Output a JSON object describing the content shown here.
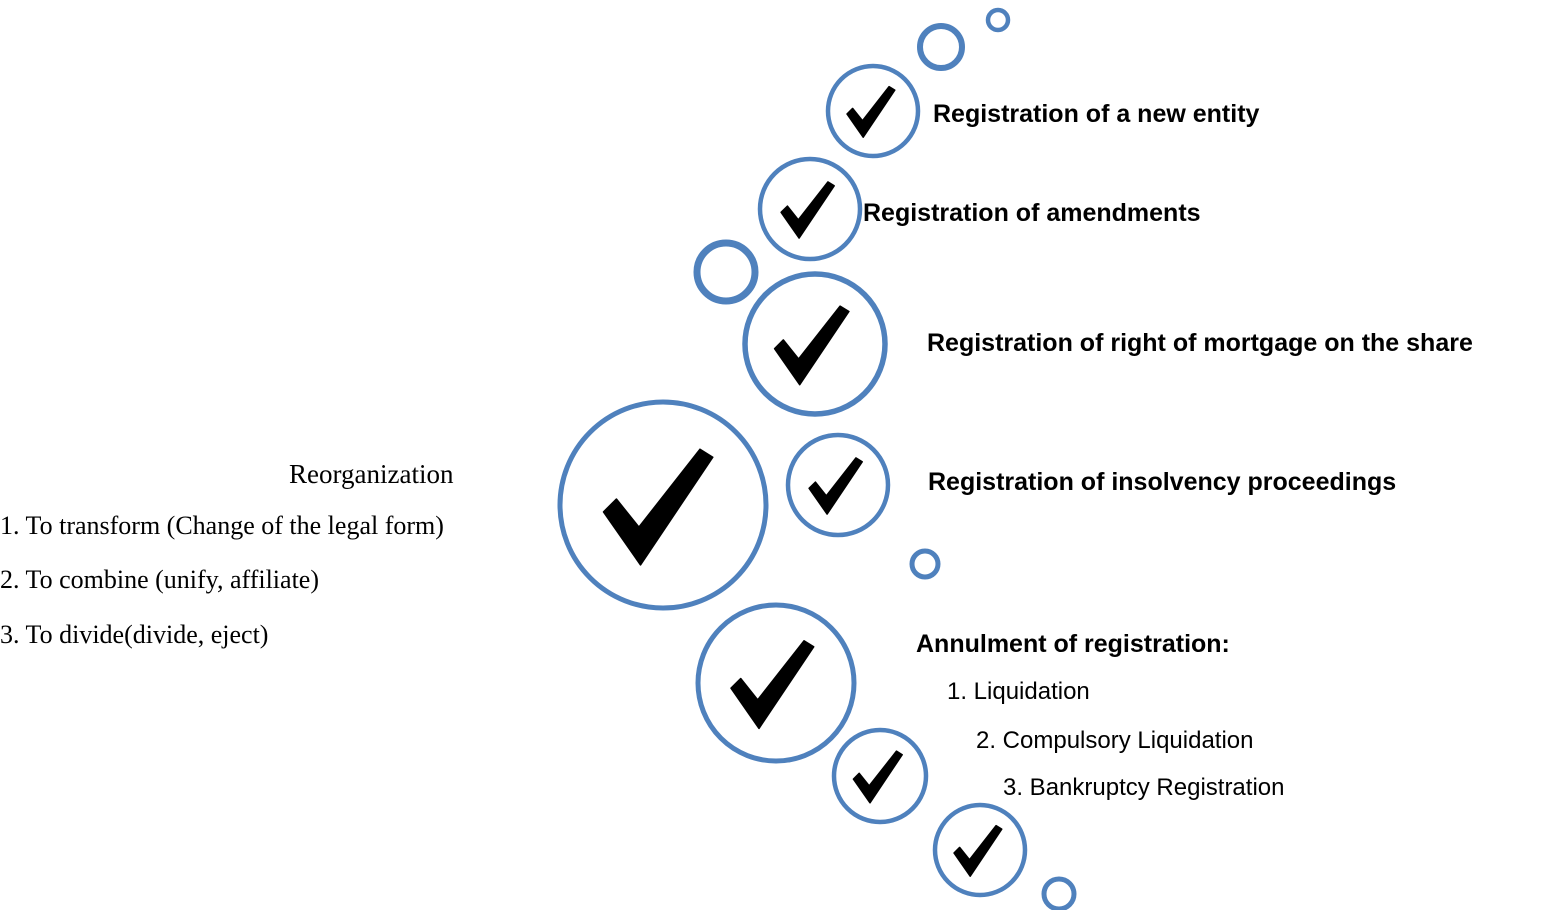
{
  "colors": {
    "ring": "#4f81bd",
    "check": "#000000",
    "background": "#ffffff"
  },
  "icons": {
    "check": "checkmark-icon",
    "ring": "ring-icon"
  },
  "steps": [
    {
      "label": "Registration of  a new entity"
    },
    {
      "label": "Registration of amendments"
    },
    {
      "label": "Registration of right of mortgage on the share"
    },
    {
      "label": "Registration of insolvency proceedings"
    }
  ],
  "annulment": {
    "title": "Annulment of registration:",
    "items": [
      "1.  Liquidation",
      "2. Compulsory Liquidation",
      "3. Bankruptcy Registration"
    ]
  },
  "reorganization": {
    "title": "Reorganization",
    "items": [
      "1. To transform (Change of the legal form)",
      "2. To combine (unify, affiliate)",
      "3. To divide(divide, eject)"
    ]
  }
}
